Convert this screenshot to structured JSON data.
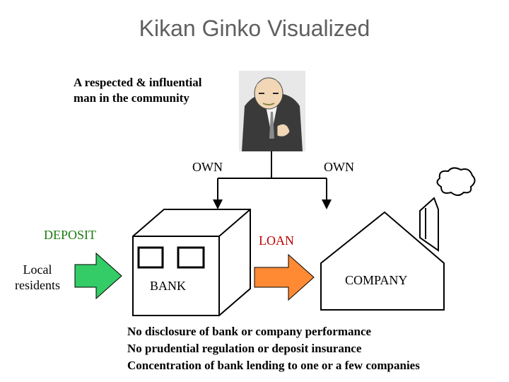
{
  "title": "Kikan Ginko Visualized",
  "caption": {
    "line1": "A respected & influential",
    "line2": "man in the community"
  },
  "own_left": "OWN",
  "own_right": "OWN",
  "deposit": "DEPOSIT",
  "loan": "LOAN",
  "local_residents": {
    "line1": "Local",
    "line2": "residents"
  },
  "bank": "BANK",
  "company": "COMPANY",
  "notes": [
    "No disclosure of bank or company performance",
    "No prudential regulation or deposit insurance",
    "Concentration of bank lending to one or a few companies"
  ],
  "colors": {
    "deposit_text": "#1e7a12",
    "loan_text": "#c00000",
    "deposit_arrow": "#33cc66",
    "loan_arrow": "#ff8a33",
    "title": "#5f5f5f"
  },
  "icons": {
    "man": "businessman-illustration",
    "bank": "bank-building",
    "company": "factory-building",
    "smoke": "smoke-cloud"
  }
}
